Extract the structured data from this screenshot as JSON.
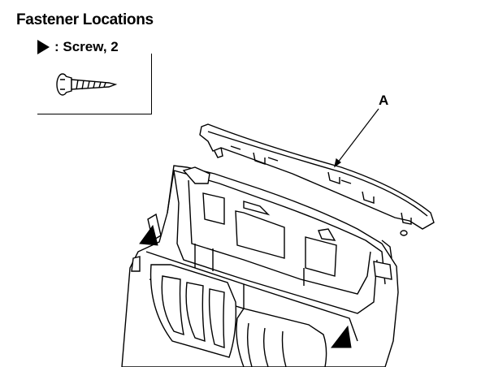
{
  "header": {
    "title": "Fastener Locations"
  },
  "legend": {
    "marker_icon": "triangle-marker-icon",
    "label": ": Screw, 2"
  },
  "diagram": {
    "callout_a": "A"
  }
}
